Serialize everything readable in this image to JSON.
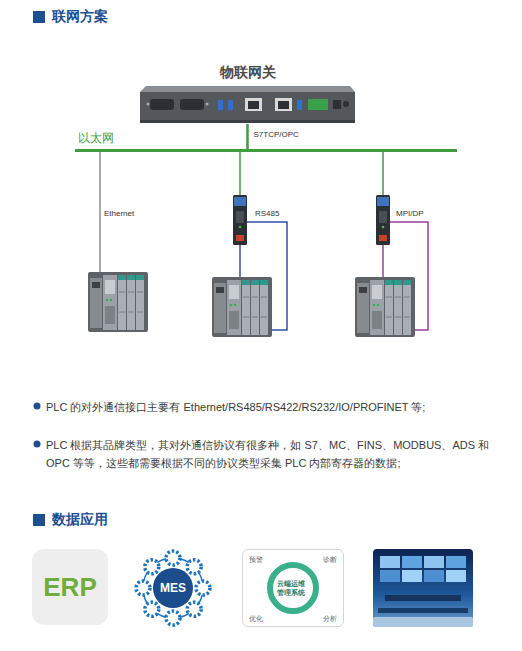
{
  "diagram": {
    "title": "联网方案",
    "nodes": [
      {
        "text": [
          "物联网关"
        ]
      },
      {
        "text": [
          "以太网"
        ]
      },
      {
        "text": [
          "RS485"
        ]
      },
      {
        "text": [
          "MPI/DP"
        ]
      },
      {
        "text": [
          "ERP"
        ]
      },
      {
        "text": [
          "MES"
        ]
      },
      {
        "text": [
          "预警",
          "诊断",
          "优化",
          "分析"
        ]
      },
      {
        "text": [
          "云端运维管理系统"
        ],
        "in": 6
      }
    ],
    "edges": [
      {
        "from": 0,
        "to": 1,
        "label": "S7TCP/OPC",
        "arrow": "none"
      },
      {
        "from": 1,
        "to": 2,
        "arrow": "none"
      },
      {
        "from": 1,
        "to": 3,
        "arrow": "none"
      }
    ],
    "labels": [
      "Ethernet",
      "PLC 的对外通信接口主要有 Ethernet/RS485/RS422/RS232/IO/PROFINET 等;",
      "PLC 根据其品牌类型，其对外通信协议有很多种，如 S7、MC、FINS、MODBUS、ADS 和 OPC 等等，这些都需要根据不同的协议类型采集 PLC 内部寄存器的数据;",
      "数据应用"
    ]
  }
}
